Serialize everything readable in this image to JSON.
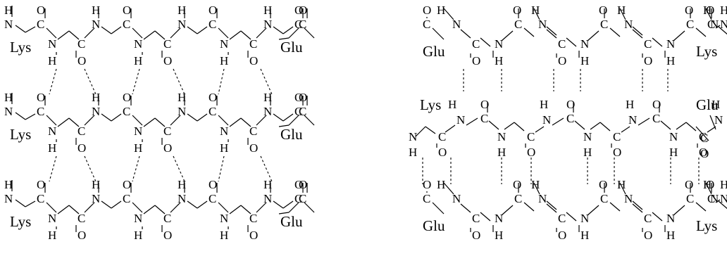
{
  "atoms": {
    "n": "N",
    "h": "H",
    "c": "C",
    "o": "O"
  },
  "residues": {
    "lys": "Lys",
    "glu": "Glu"
  },
  "panels": [
    {
      "id": "parallel-sheet",
      "strands": [
        {
          "id": "strand-1",
          "start_label": "Lys",
          "end_label": "Glu"
        },
        {
          "id": "strand-2",
          "start_label": "Lys",
          "end_label": "Glu"
        },
        {
          "id": "strand-3",
          "start_label": "Lys",
          "end_label": "Glu"
        }
      ]
    },
    {
      "id": "antiparallel-sheet",
      "strands": [
        {
          "id": "strand-1",
          "start_label": "Glu",
          "end_label": "Lys"
        },
        {
          "id": "strand-2",
          "start_label": "Lys",
          "end_label": "Glu"
        },
        {
          "id": "strand-3",
          "start_label": "Glu",
          "end_label": "Lys"
        }
      ]
    }
  ],
  "colors": {
    "ink": "#000000",
    "background": "#ffffff"
  }
}
